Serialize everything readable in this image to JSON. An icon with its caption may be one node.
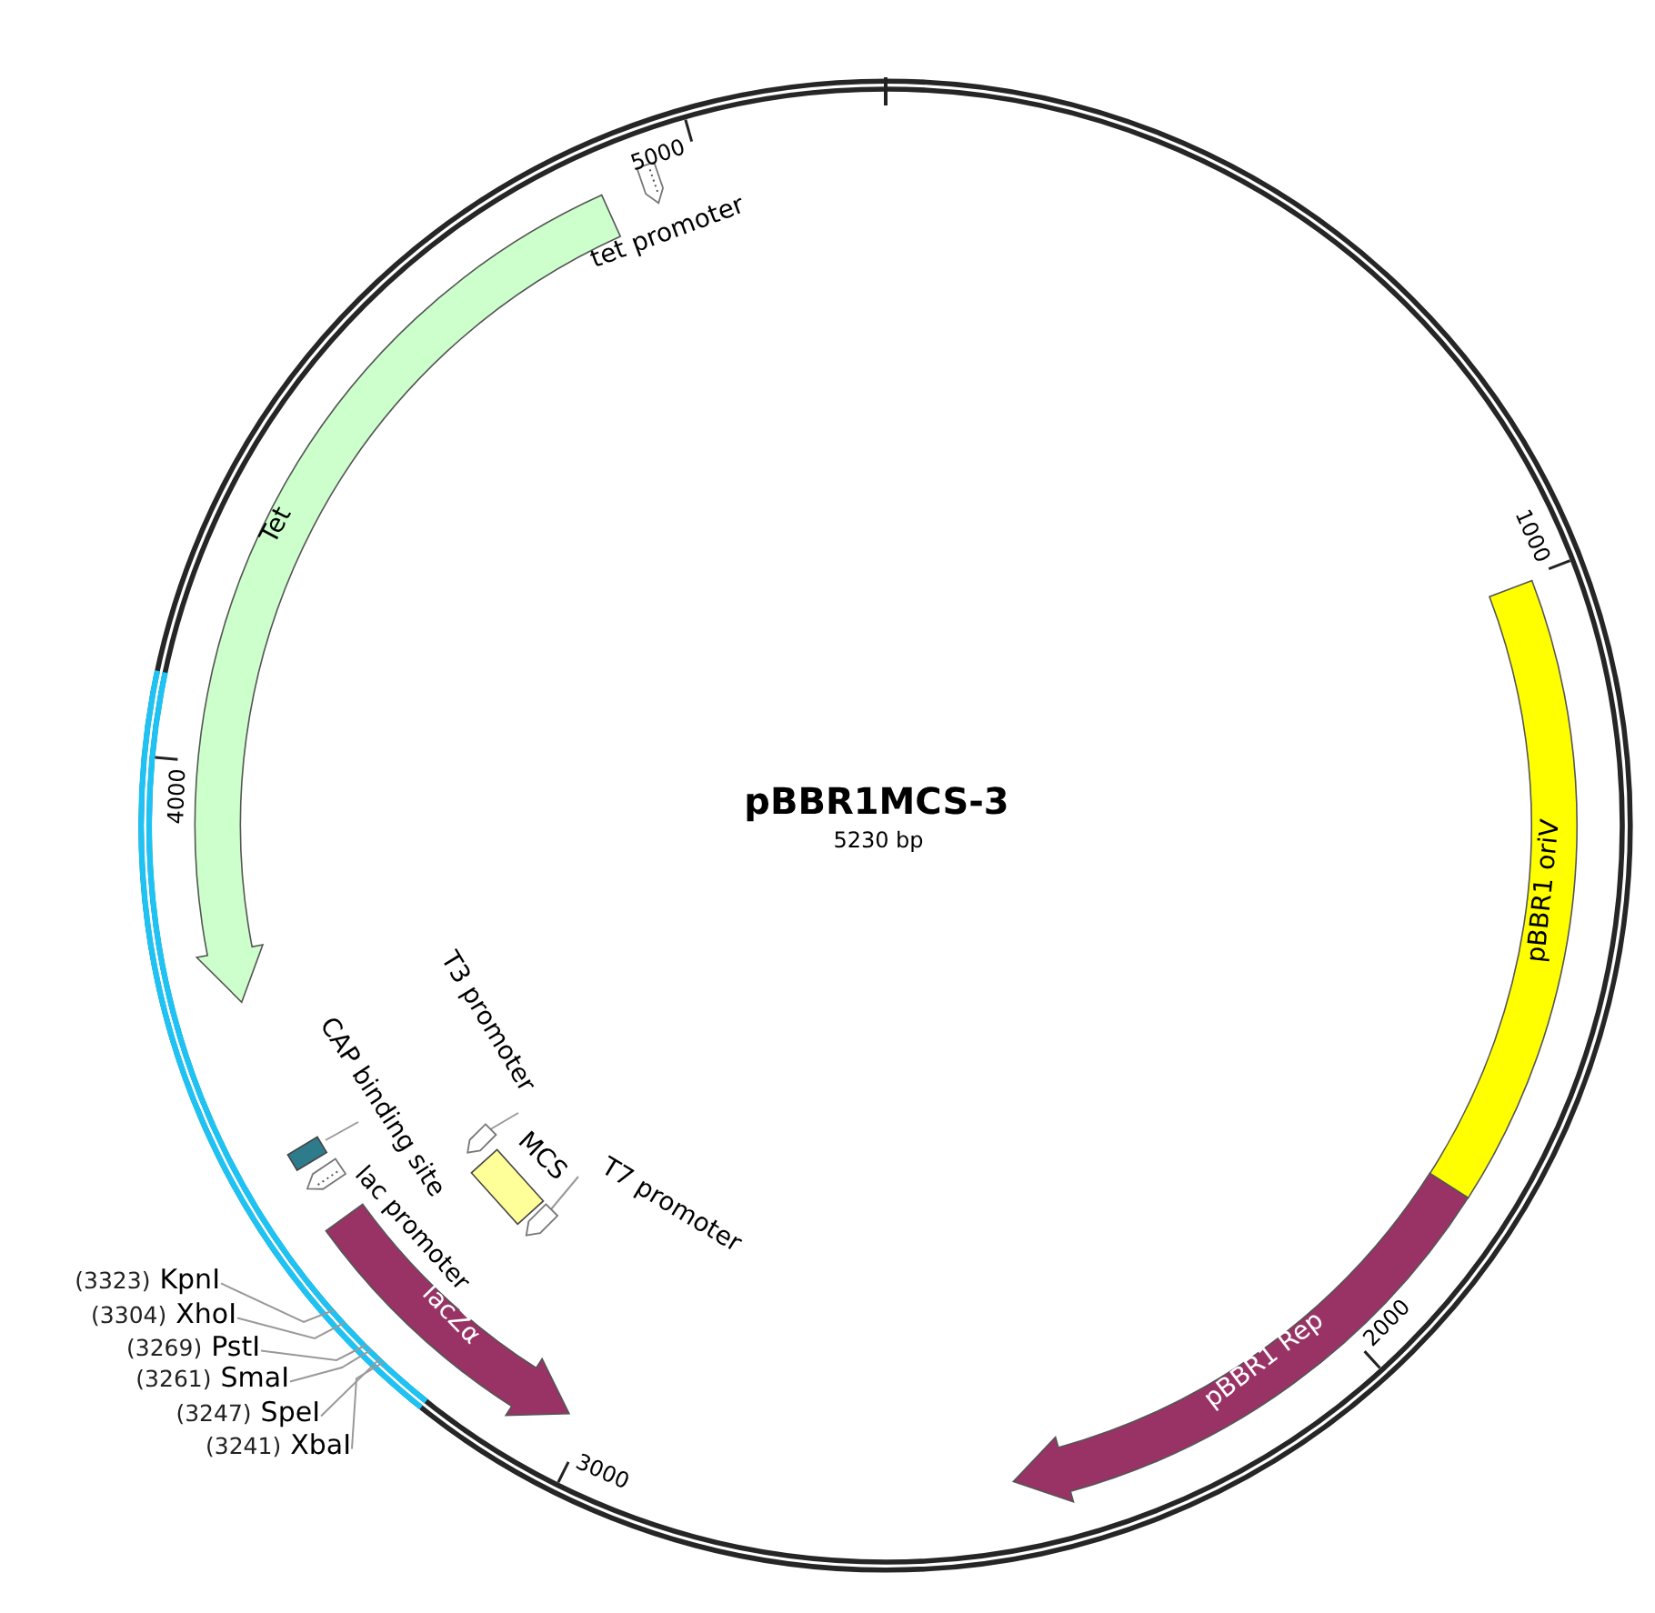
{
  "diagram": {
    "title": "pBBR1MCS-3",
    "nodes": [
      {
        "text": [
          "tet promoter"
        ]
      },
      {
        "text": [
          "Tet"
        ]
      },
      {
        "text": [
          "pBBR1 oriV"
        ]
      },
      {
        "text": [
          "T3 promoter"
        ]
      },
      {
        "text": [],
        "shape": "arrow"
      },
      {
        "text": [
          "CAP binding site"
        ]
      },
      {
        "text": [],
        "shape": "box"
      },
      {
        "text": [
          "MCS"
        ]
      },
      {
        "text": [
          "lac promoter"
        ]
      },
      {
        "text": [
          "T7 promoter"
        ]
      },
      {
        "text": [],
        "shape": "arrow"
      },
      {
        "text": [
          "pBBR1 Rep"
        ]
      },
      {
        "text": [
          "lacZα"
        ]
      },
      {
        "text": [
          "(3323)",
          "KpnI"
        ]
      },
      {
        "text": [
          "(3304)",
          "XhoI"
        ]
      },
      {
        "text": [
          "(3269)",
          "PstI"
        ]
      },
      {
        "text": [
          "(3261)",
          "SmaI"
        ]
      },
      {
        "text": [
          "(3247)",
          "SpeI"
        ]
      },
      {
        "text": [
          "(3241)",
          "XbaI"
        ]
      }
    ],
    "edges": [
      {
        "from": 3,
        "to": 4,
        "arrow": "none"
      },
      {
        "from": 5,
        "to": 6,
        "arrow": "none"
      },
      {
        "from": 9,
        "to": 10,
        "arrow": "none"
      },
      {
        "from": 13,
        "to": null,
        "arrow": "none"
      },
      {
        "from": 14,
        "to": null,
        "arrow": "none"
      },
      {
        "from": 15,
        "to": null,
        "arrow": "none"
      },
      {
        "from": 16,
        "to": null,
        "arrow": "none"
      },
      {
        "from": 17,
        "to": null,
        "arrow": "none"
      },
      {
        "from": 18,
        "to": null,
        "arrow": "none"
      }
    ],
    "labels": [
      "5000",
      "1000",
      "4000",
      "5230 bp",
      "2000",
      "3000"
    ]
  }
}
